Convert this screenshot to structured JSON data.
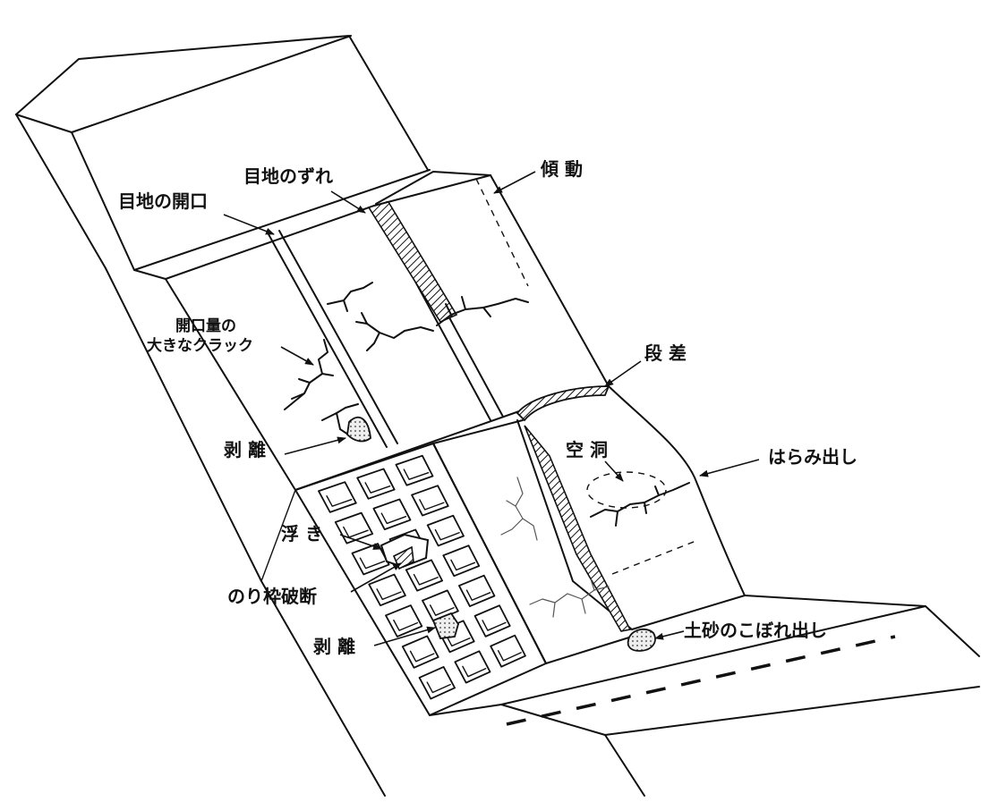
{
  "labels": {
    "tilt": "傾 動",
    "joint_offset": "目地のずれ",
    "joint_opening": "目地の開口",
    "large_crack_line1": "開口量の",
    "large_crack_line2": "大きなクラック",
    "step": "段 差",
    "spalling_upper": "剥 離",
    "cavity": "空 洞",
    "bulging": "はらみ出し",
    "lifting": "浮 き",
    "frame_breakage": "のり枠破断",
    "spalling_lower": "剥 離",
    "soil_spill": "土砂のこぼれ出し"
  }
}
